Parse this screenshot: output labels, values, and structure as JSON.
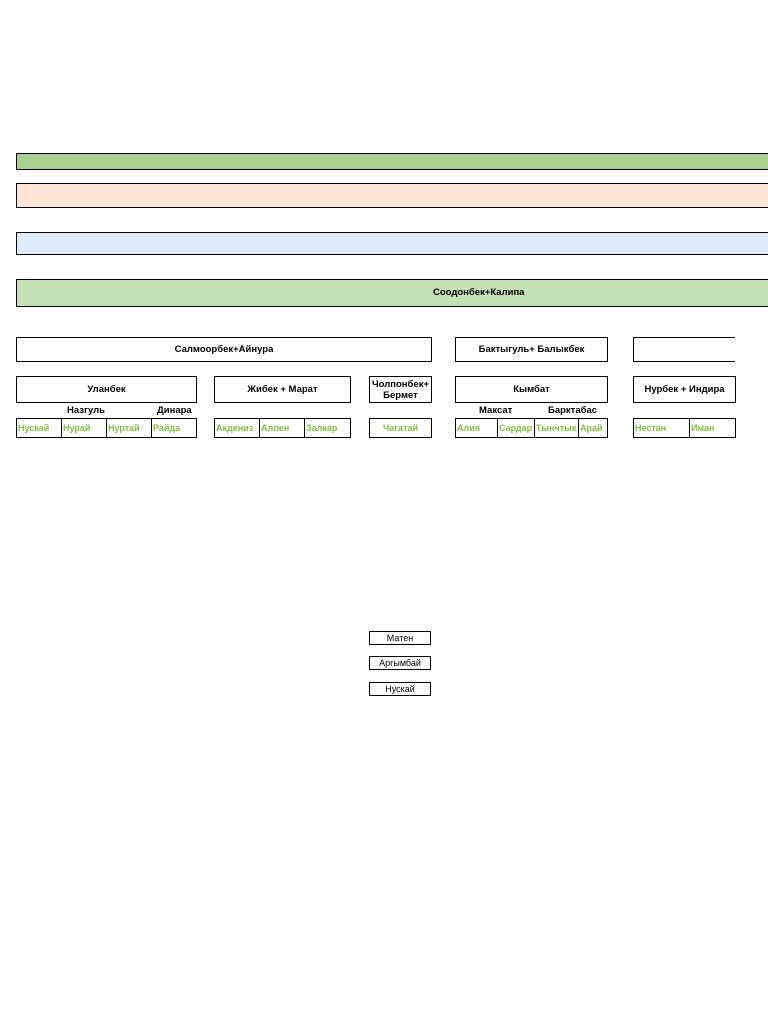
{
  "colors": {
    "band1": "#a9d18e",
    "band2": "#fce4d6",
    "band3": "#ddebf7",
    "band4": "#c5e0b4",
    "child_text": "#7fc241"
  },
  "root": {
    "label": "Соодонбек+Калипа"
  },
  "gen2": [
    {
      "label": "Салмоорбек+Айнура"
    },
    {
      "label": "Бактыгуль+ Балыкбек"
    },
    {
      "label": ""
    }
  ],
  "gen3": [
    {
      "label": "Уланбек"
    },
    {
      "label": "Жибек + Марат"
    },
    {
      "label": "Чолпонбек+ Бермет"
    },
    {
      "label": "Кымбат"
    },
    {
      "label": "Нурбек + Индира"
    }
  ],
  "spouse_labels": [
    "Назгуль",
    "Динара",
    "Максат",
    "Барктабас"
  ],
  "grandchildren": [
    "Нускай",
    "Нурай",
    "Нуртай",
    "Райда",
    "Акдениз",
    "Аллен",
    "Залкар",
    "Чагатай",
    "Алия",
    "Сардар",
    "Тынчтык",
    "Арай",
    "Нестан",
    "Иман"
  ],
  "extra_boxes": [
    "Матен",
    "Аргымбай",
    "Нускай"
  ]
}
